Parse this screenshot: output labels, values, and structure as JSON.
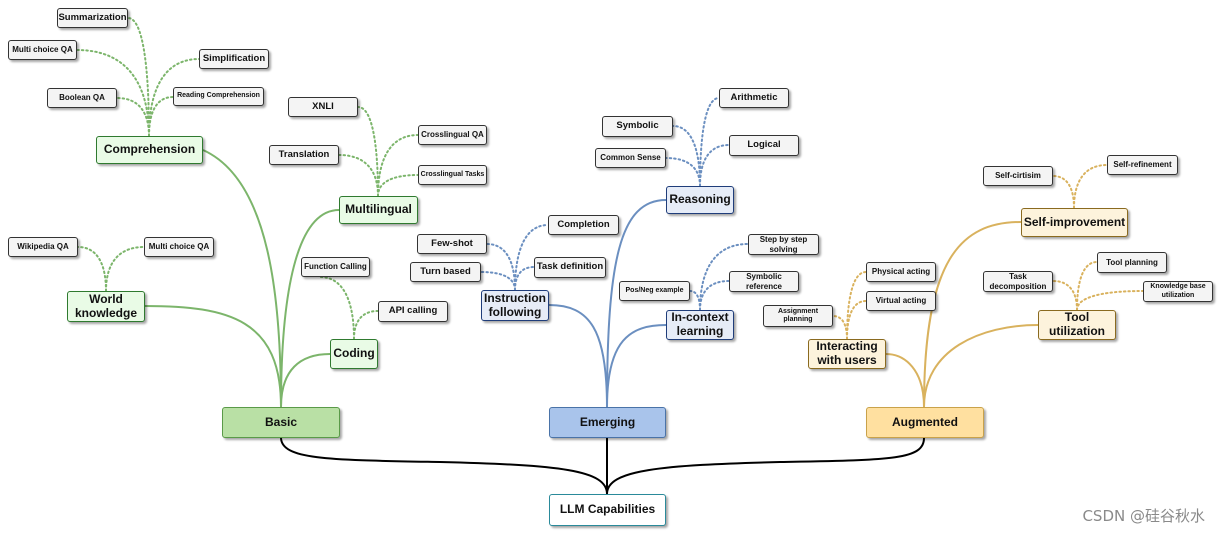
{
  "colors": {
    "basic_line": "#7cb56b",
    "emerging_line": "#6b8fc0",
    "augmented_line": "#d9b25e",
    "root_line": "#000000",
    "basic_fill": "#b9e0a5",
    "emerging_fill": "#a9c4eb",
    "augmented_fill": "#ffe0a0",
    "basic_sub_fill": "#e9fbe6",
    "emerging_sub_fill": "#e6ecf7",
    "augmented_sub_fill": "#fdf3dc"
  },
  "root": {
    "label": "LLM Capabilities"
  },
  "categories": {
    "basic": {
      "label": "Basic"
    },
    "emerging": {
      "label": "Emerging"
    },
    "augmented": {
      "label": "Augmented"
    }
  },
  "basic": {
    "comprehension": {
      "label": "Comprehension",
      "leaves": [
        "Summarization",
        "Multi choice QA",
        "Simplification",
        "Boolean QA",
        "Reading Comprehension"
      ]
    },
    "multilingual": {
      "label": "Multilingual",
      "leaves": [
        "XNLI",
        "Crosslingual QA",
        "Translation",
        "Crosslingual Tasks"
      ]
    },
    "world_knowledge": {
      "label": "World\nknowledge",
      "leaves": [
        "Wikipedia QA",
        "Multi choice QA"
      ]
    },
    "coding": {
      "label": "Coding",
      "leaves": [
        "Function Calling",
        "API calling"
      ]
    }
  },
  "emerging": {
    "reasoning": {
      "label": "Reasoning",
      "leaves": [
        "Arithmetic",
        "Symbolic",
        "Logical",
        "Common Sense"
      ]
    },
    "instruction_following": {
      "label": "Instruction\nfollowing",
      "leaves": [
        "Completion",
        "Few-shot",
        "Turn based",
        "Task definition"
      ]
    },
    "in_context_learning": {
      "label": "In-context\nlearning",
      "leaves": [
        "Step by step\nsolving",
        "Symbolic\nreference",
        "Pos/Neg example"
      ]
    }
  },
  "augmented": {
    "self_improvement": {
      "label": "Self-improvement",
      "leaves": [
        "Self-cirtisim",
        "Self-refinement"
      ]
    },
    "tool_utilization": {
      "label": "Tool\nutilization",
      "leaves": [
        "Task\ndecomposition",
        "Tool planning",
        "Knowledge base\nutilization"
      ]
    },
    "interacting_with_users": {
      "label": "Interacting\nwith users",
      "leaves": [
        "Physical acting",
        "Virtual acting",
        "Assignment\nplanning"
      ]
    }
  },
  "watermark": "CSDN @硅谷秋水"
}
